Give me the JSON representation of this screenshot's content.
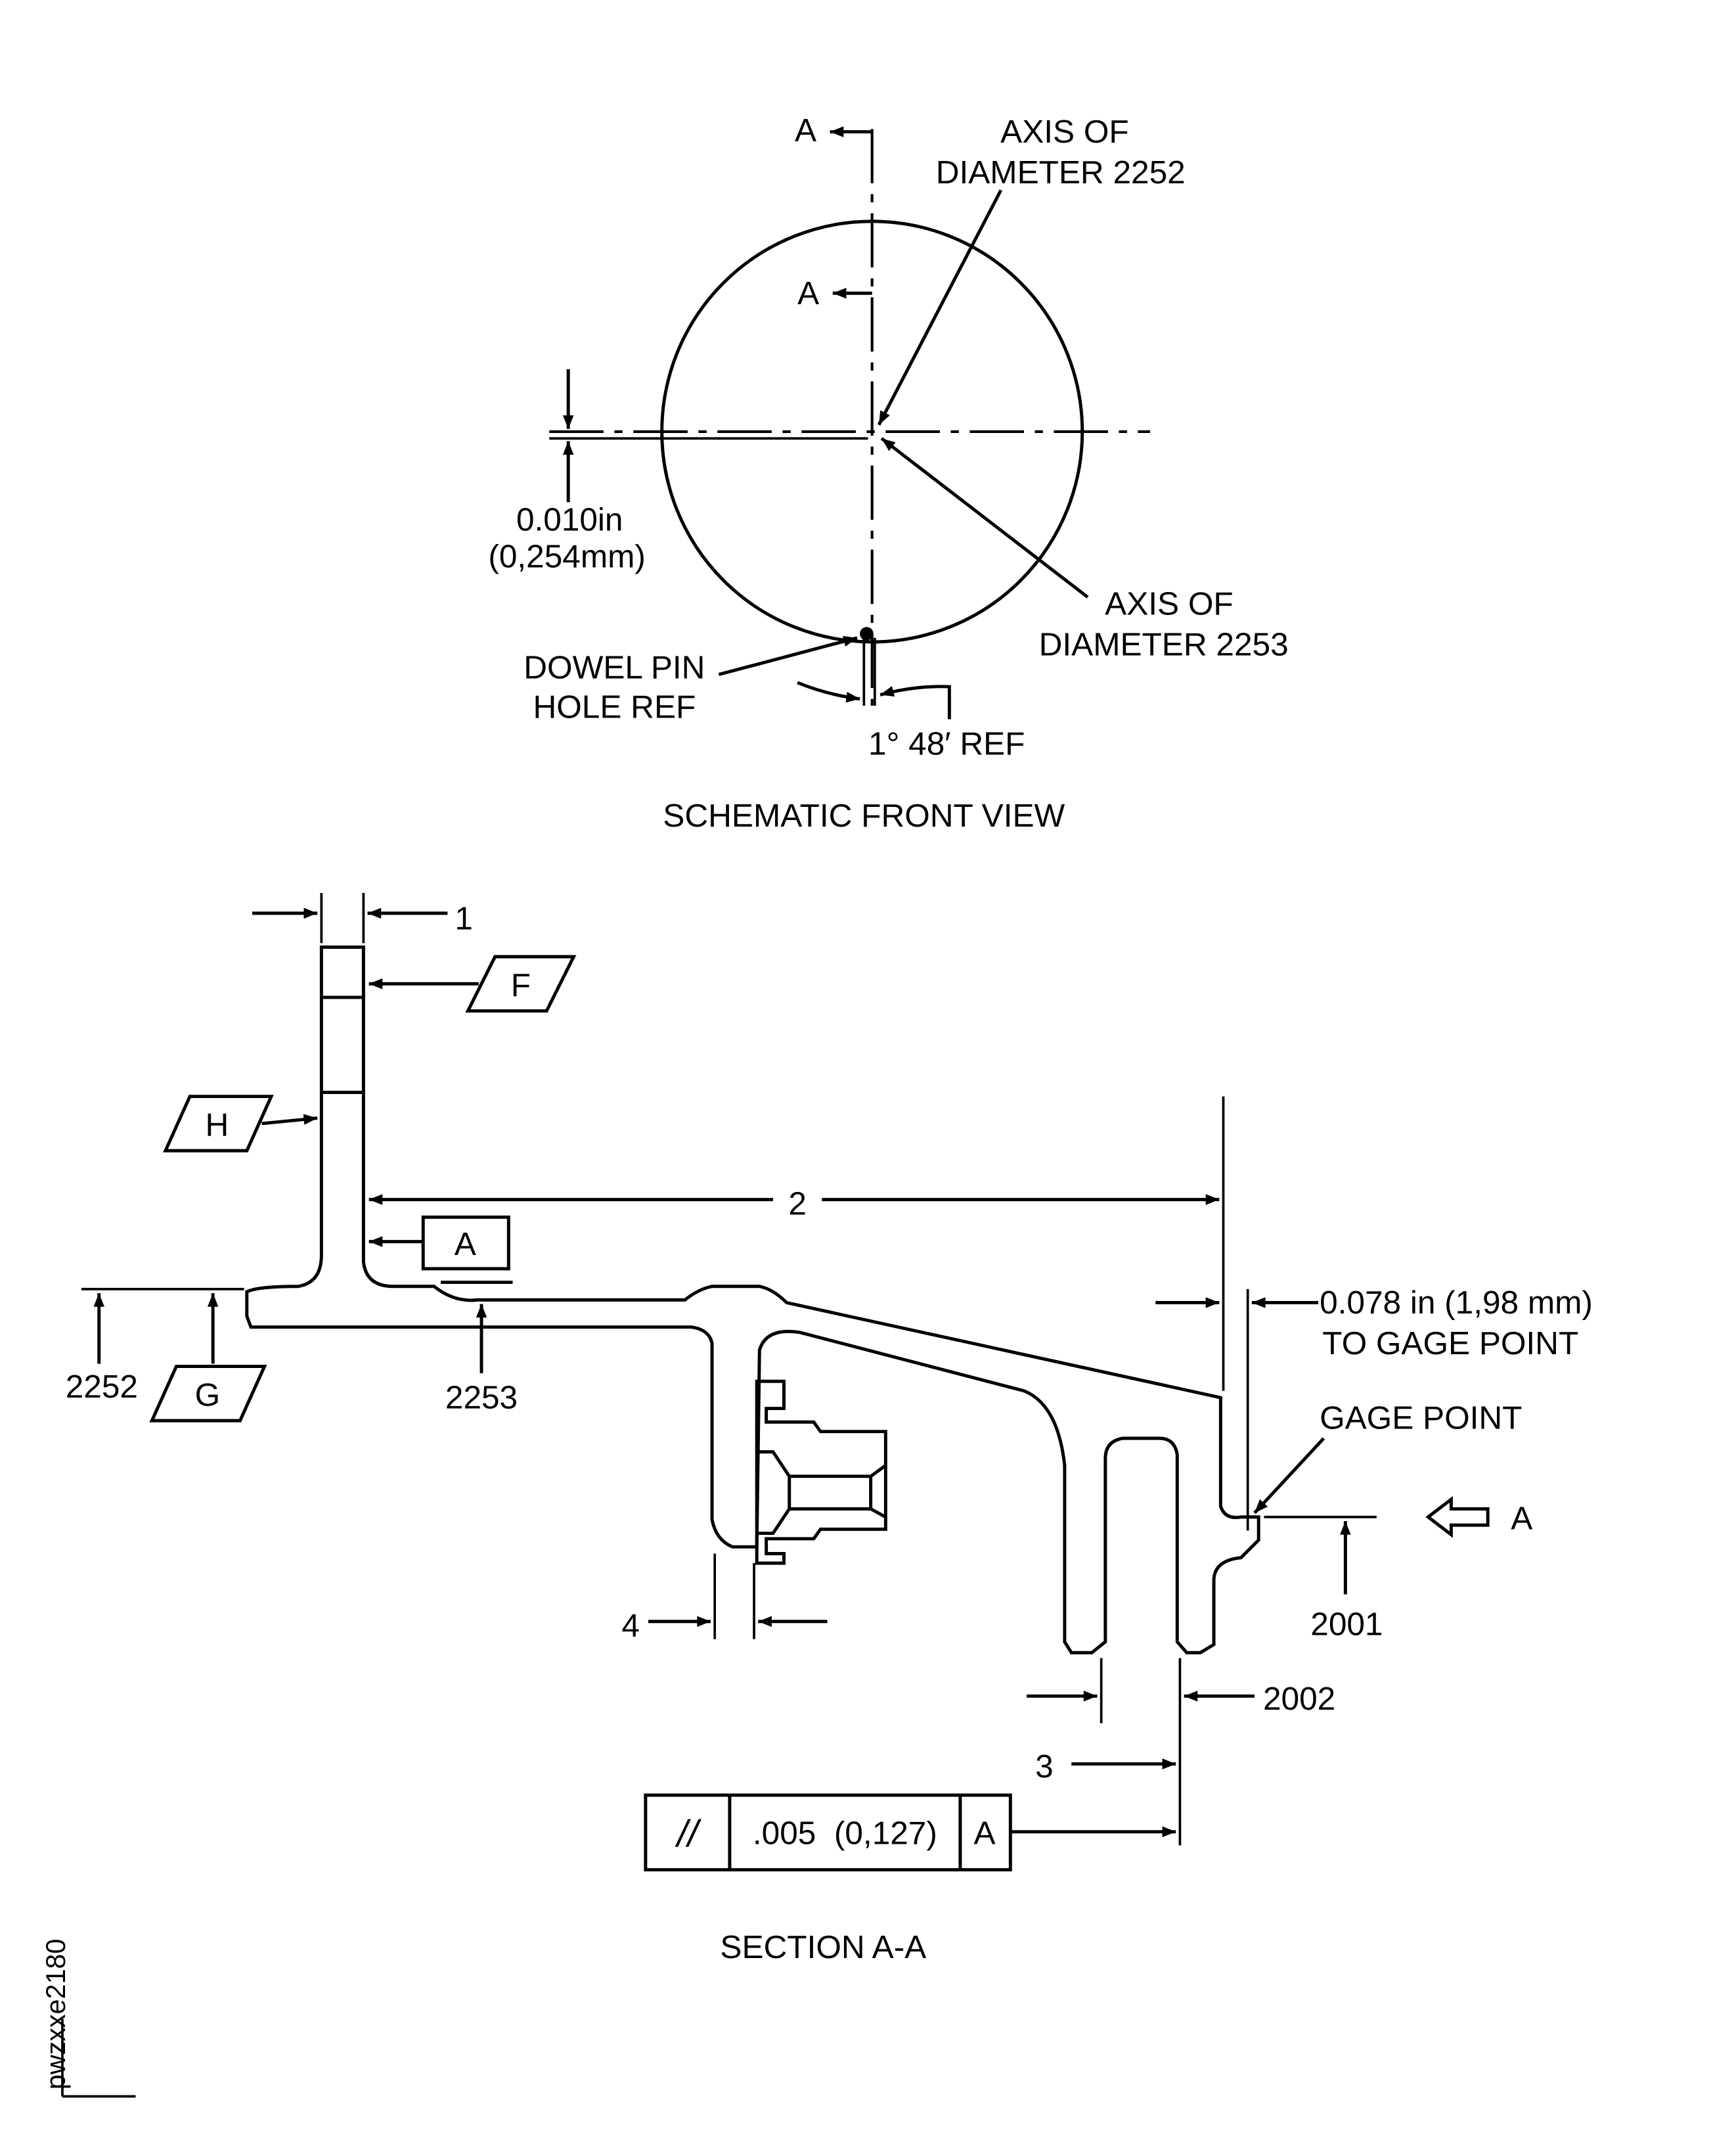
{
  "front_view": {
    "section_marker_top": "A",
    "section_marker_bottom": "A",
    "axis_2252_line1": "AXIS OF",
    "axis_2252_line2": "DIAMETER 2252",
    "axis_2253_line1": "AXIS OF",
    "axis_2253_line2": "DIAMETER 2253",
    "offset_in": "0.010in",
    "offset_mm": "(0,254mm)",
    "dowel_line1": "DOWEL PIN",
    "dowel_line2": "HOLE REF",
    "angle": "1° 48′ REF",
    "title": "SCHEMATIC FRONT VIEW"
  },
  "section": {
    "dim_1": "1",
    "datum_f": "F",
    "datum_h": "H",
    "dim_2": "2",
    "datum_a": "A",
    "dim_2252": "2252",
    "datum_g": "G",
    "dim_2253": "2253",
    "dim_4": "4",
    "gage_dim_line1": "0.078 in  (1,98 mm)",
    "gage_dim_line2": "TO GAGE POINT",
    "gage_point": "GAGE POINT",
    "view_arrow_label": "A",
    "dim_2001": "2001",
    "dim_2002": "2002",
    "dim_3": "3",
    "fcf_symbol": "//",
    "fcf_tolerance": ".005  (0,127)",
    "fcf_datum": "A",
    "title": "SECTION A-A"
  },
  "figure_id": "pwzxxe2180"
}
